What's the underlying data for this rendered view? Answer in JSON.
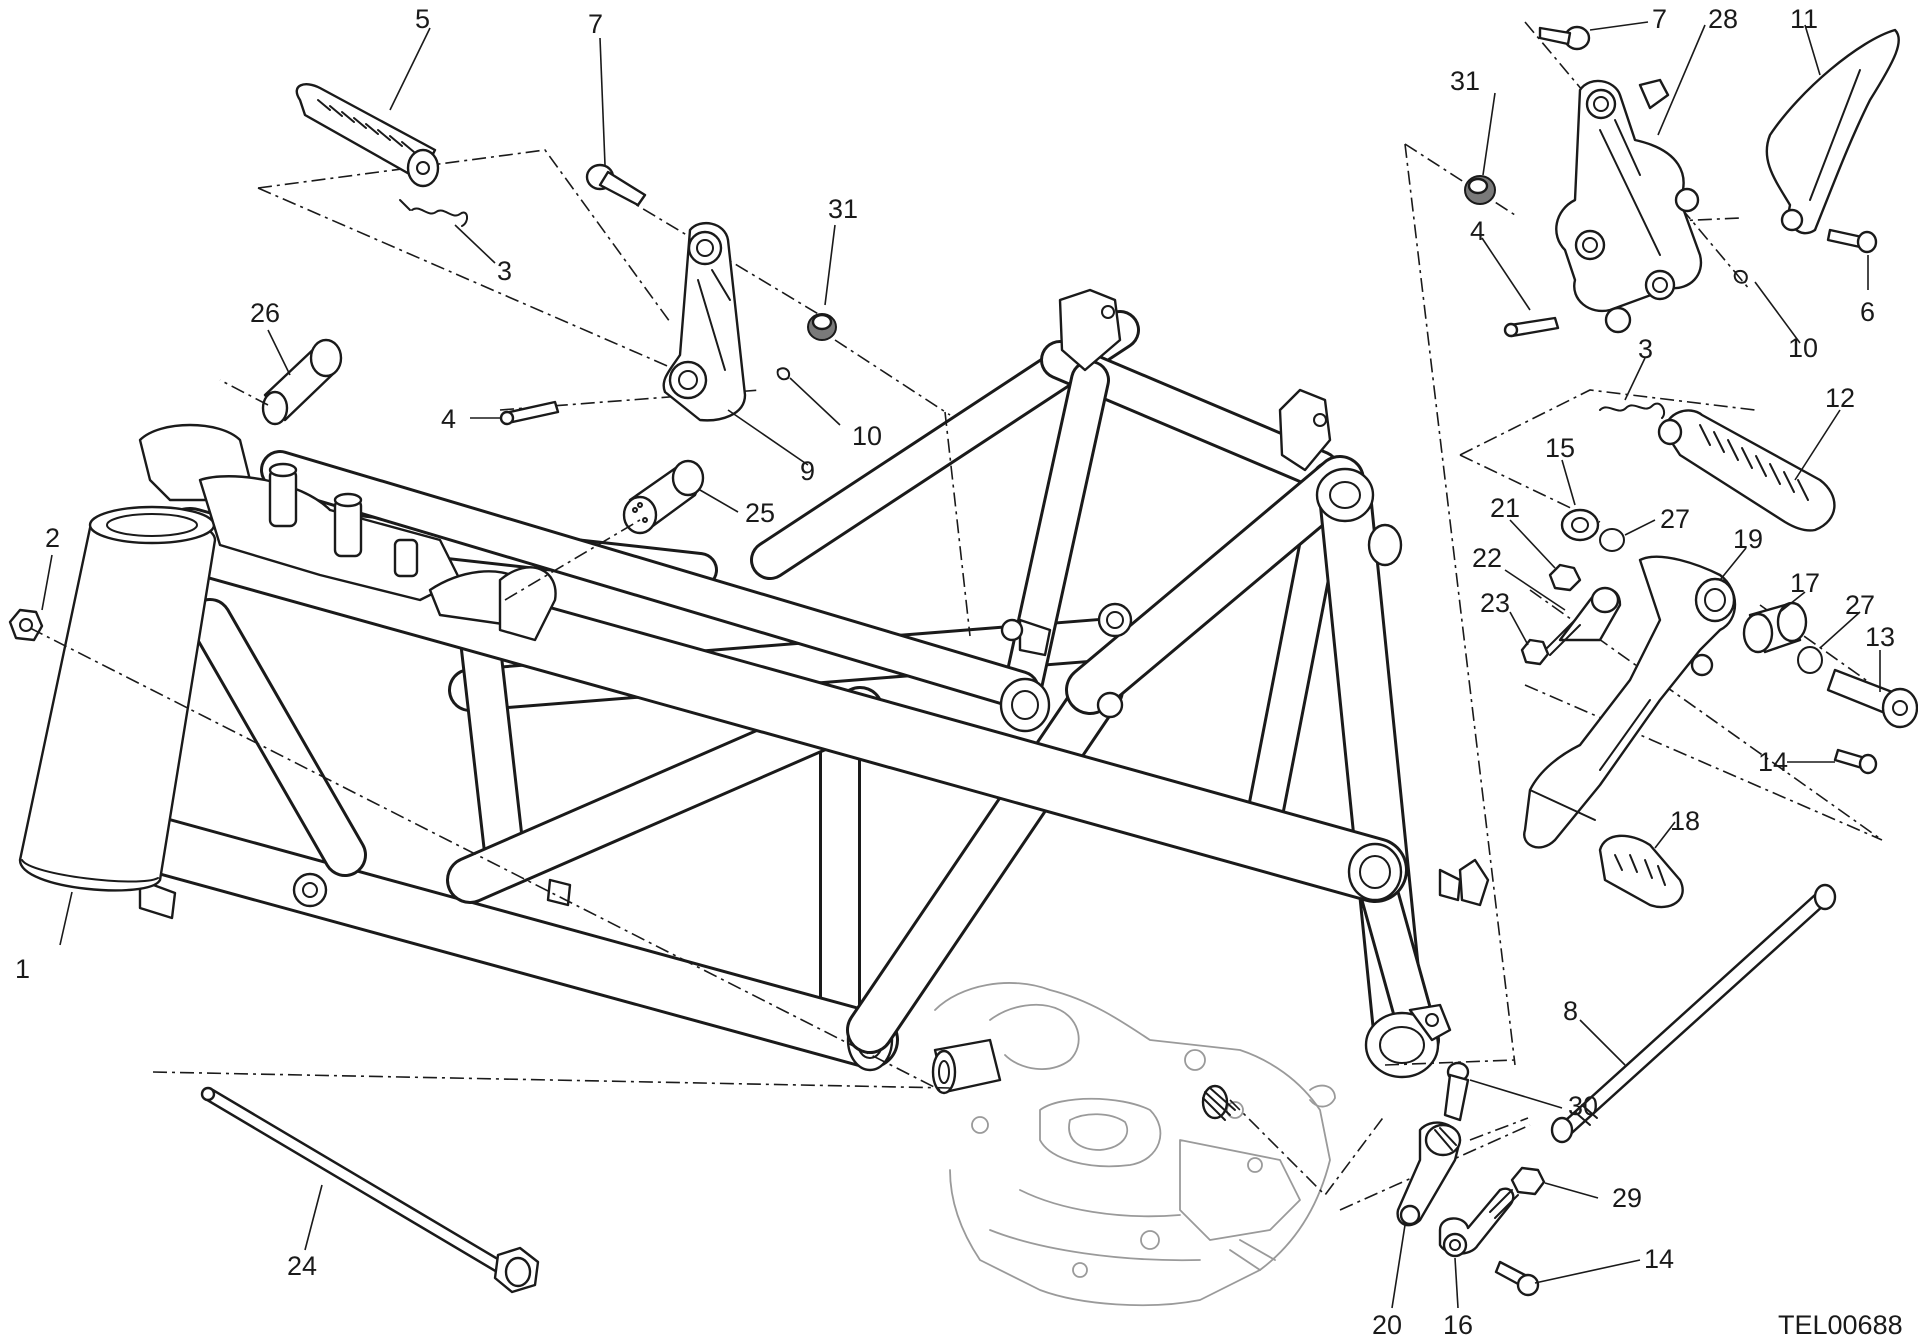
{
  "figure": {
    "drawing_code": "TEL00688"
  },
  "callouts": [
    {
      "id": "1",
      "label": "1"
    },
    {
      "id": "2",
      "label": "2"
    },
    {
      "id": "3a",
      "label": "3"
    },
    {
      "id": "3b",
      "label": "3"
    },
    {
      "id": "4a",
      "label": "4"
    },
    {
      "id": "4b",
      "label": "4"
    },
    {
      "id": "5",
      "label": "5"
    },
    {
      "id": "6",
      "label": "6"
    },
    {
      "id": "7a",
      "label": "7"
    },
    {
      "id": "7b",
      "label": "7"
    },
    {
      "id": "8",
      "label": "8"
    },
    {
      "id": "9",
      "label": "9"
    },
    {
      "id": "10a",
      "label": "10"
    },
    {
      "id": "10b",
      "label": "10"
    },
    {
      "id": "11",
      "label": "11"
    },
    {
      "id": "12",
      "label": "12"
    },
    {
      "id": "13",
      "label": "13"
    },
    {
      "id": "14a",
      "label": "14"
    },
    {
      "id": "14b",
      "label": "14"
    },
    {
      "id": "15",
      "label": "15"
    },
    {
      "id": "16",
      "label": "16"
    },
    {
      "id": "17",
      "label": "17"
    },
    {
      "id": "18",
      "label": "18"
    },
    {
      "id": "19",
      "label": "19"
    },
    {
      "id": "20",
      "label": "20"
    },
    {
      "id": "21",
      "label": "21"
    },
    {
      "id": "22",
      "label": "22"
    },
    {
      "id": "23",
      "label": "23"
    },
    {
      "id": "24",
      "label": "24"
    },
    {
      "id": "25",
      "label": "25"
    },
    {
      "id": "26",
      "label": "26"
    },
    {
      "id": "27a",
      "label": "27"
    },
    {
      "id": "27b",
      "label": "27"
    },
    {
      "id": "28",
      "label": "28"
    },
    {
      "id": "29",
      "label": "29"
    },
    {
      "id": "30",
      "label": "30"
    },
    {
      "id": "31a",
      "label": "31"
    },
    {
      "id": "31b",
      "label": "31"
    }
  ]
}
